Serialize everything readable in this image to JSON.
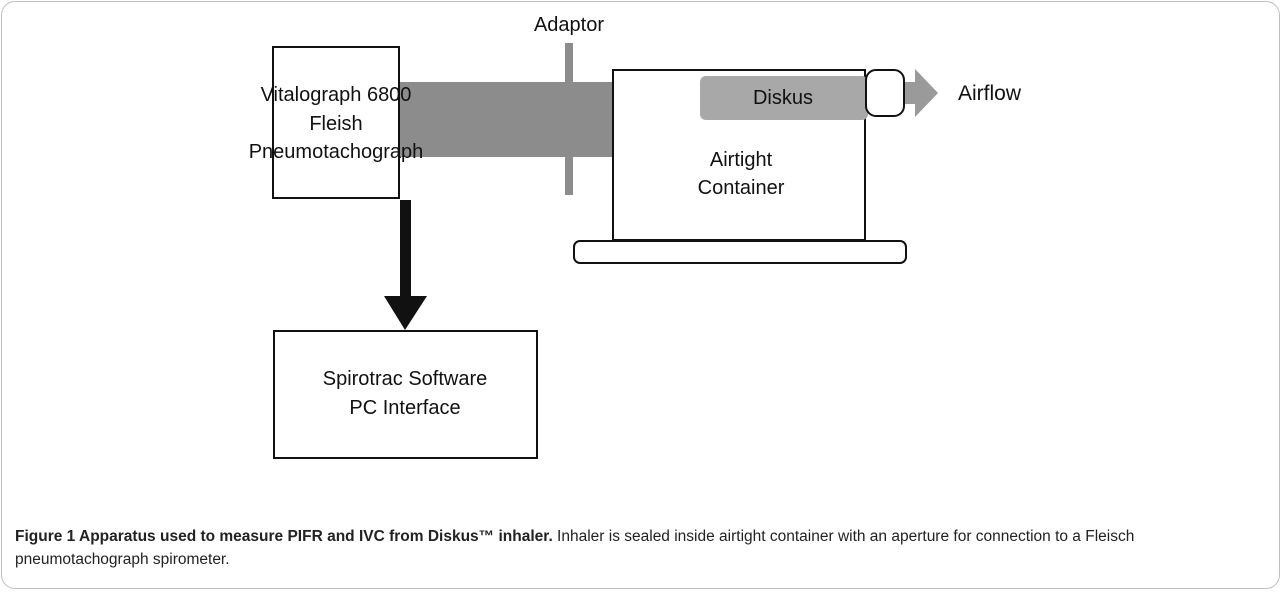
{
  "diagram": {
    "adaptor_label": "Adaptor",
    "pneumotach_box": {
      "lines": [
        "Vitalograph 6800",
        "Fleish",
        "Pneumotachograph"
      ]
    },
    "container_box": {
      "lines": [
        "Airtight",
        "Container"
      ]
    },
    "diskus_label": "Diskus",
    "airflow_label": "Airflow",
    "software_box": {
      "lines": [
        "Spirotrac Software",
        "PC Interface"
      ]
    },
    "colors": {
      "connector_gray": "#8c8c8c",
      "diskus_gray": "#a8a8a8",
      "airflow_arrow": "#9a9a9a",
      "box_stroke": "#111111"
    }
  },
  "caption": {
    "title": "Figure 1 Apparatus used to measure PIFR and IVC from Diskus™ inhaler.",
    "text": " Inhaler is sealed inside airtight container with an aperture for connection to a Fleisch pneumotachograph spirometer."
  }
}
